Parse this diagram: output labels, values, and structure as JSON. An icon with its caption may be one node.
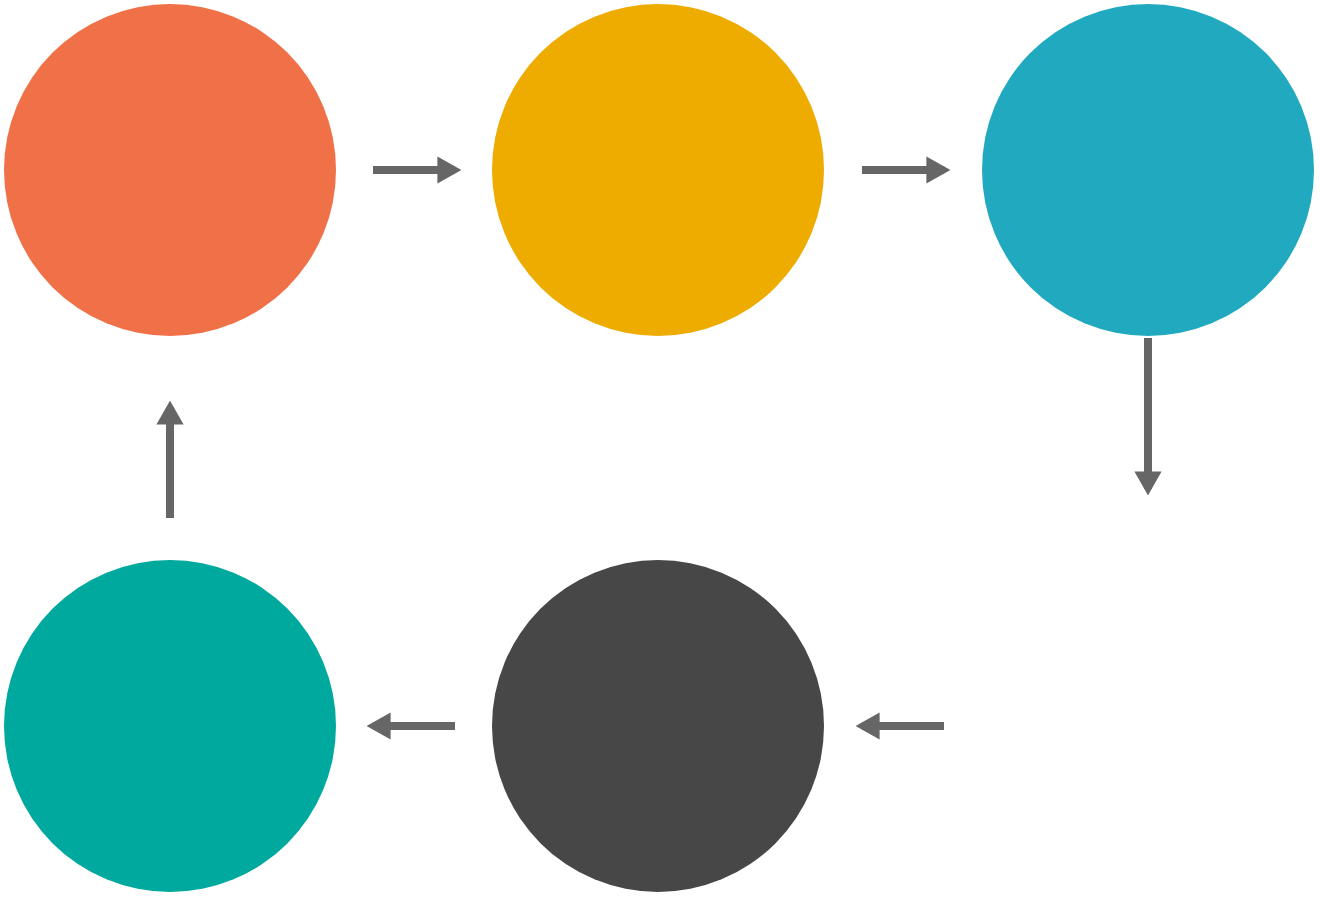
{
  "diagram": {
    "nodes": [
      {
        "text": [],
        "shape": "circle"
      },
      {
        "text": [],
        "shape": "circle"
      },
      {
        "text": [],
        "shape": "circle"
      },
      {
        "text": [],
        "shape": "circle"
      },
      {
        "text": [],
        "shape": "circle"
      }
    ],
    "edges": [
      {
        "from": 0,
        "to": 1,
        "arrow": "to"
      },
      {
        "from": 1,
        "to": 2,
        "arrow": "to"
      },
      {
        "from": 2,
        "to": null,
        "arrow": "to"
      },
      {
        "from": null,
        "to": 3,
        "arrow": "to"
      },
      {
        "from": 3,
        "to": 4,
        "arrow": "to"
      },
      {
        "from": 4,
        "to": 0,
        "arrow": "to"
      }
    ]
  }
}
